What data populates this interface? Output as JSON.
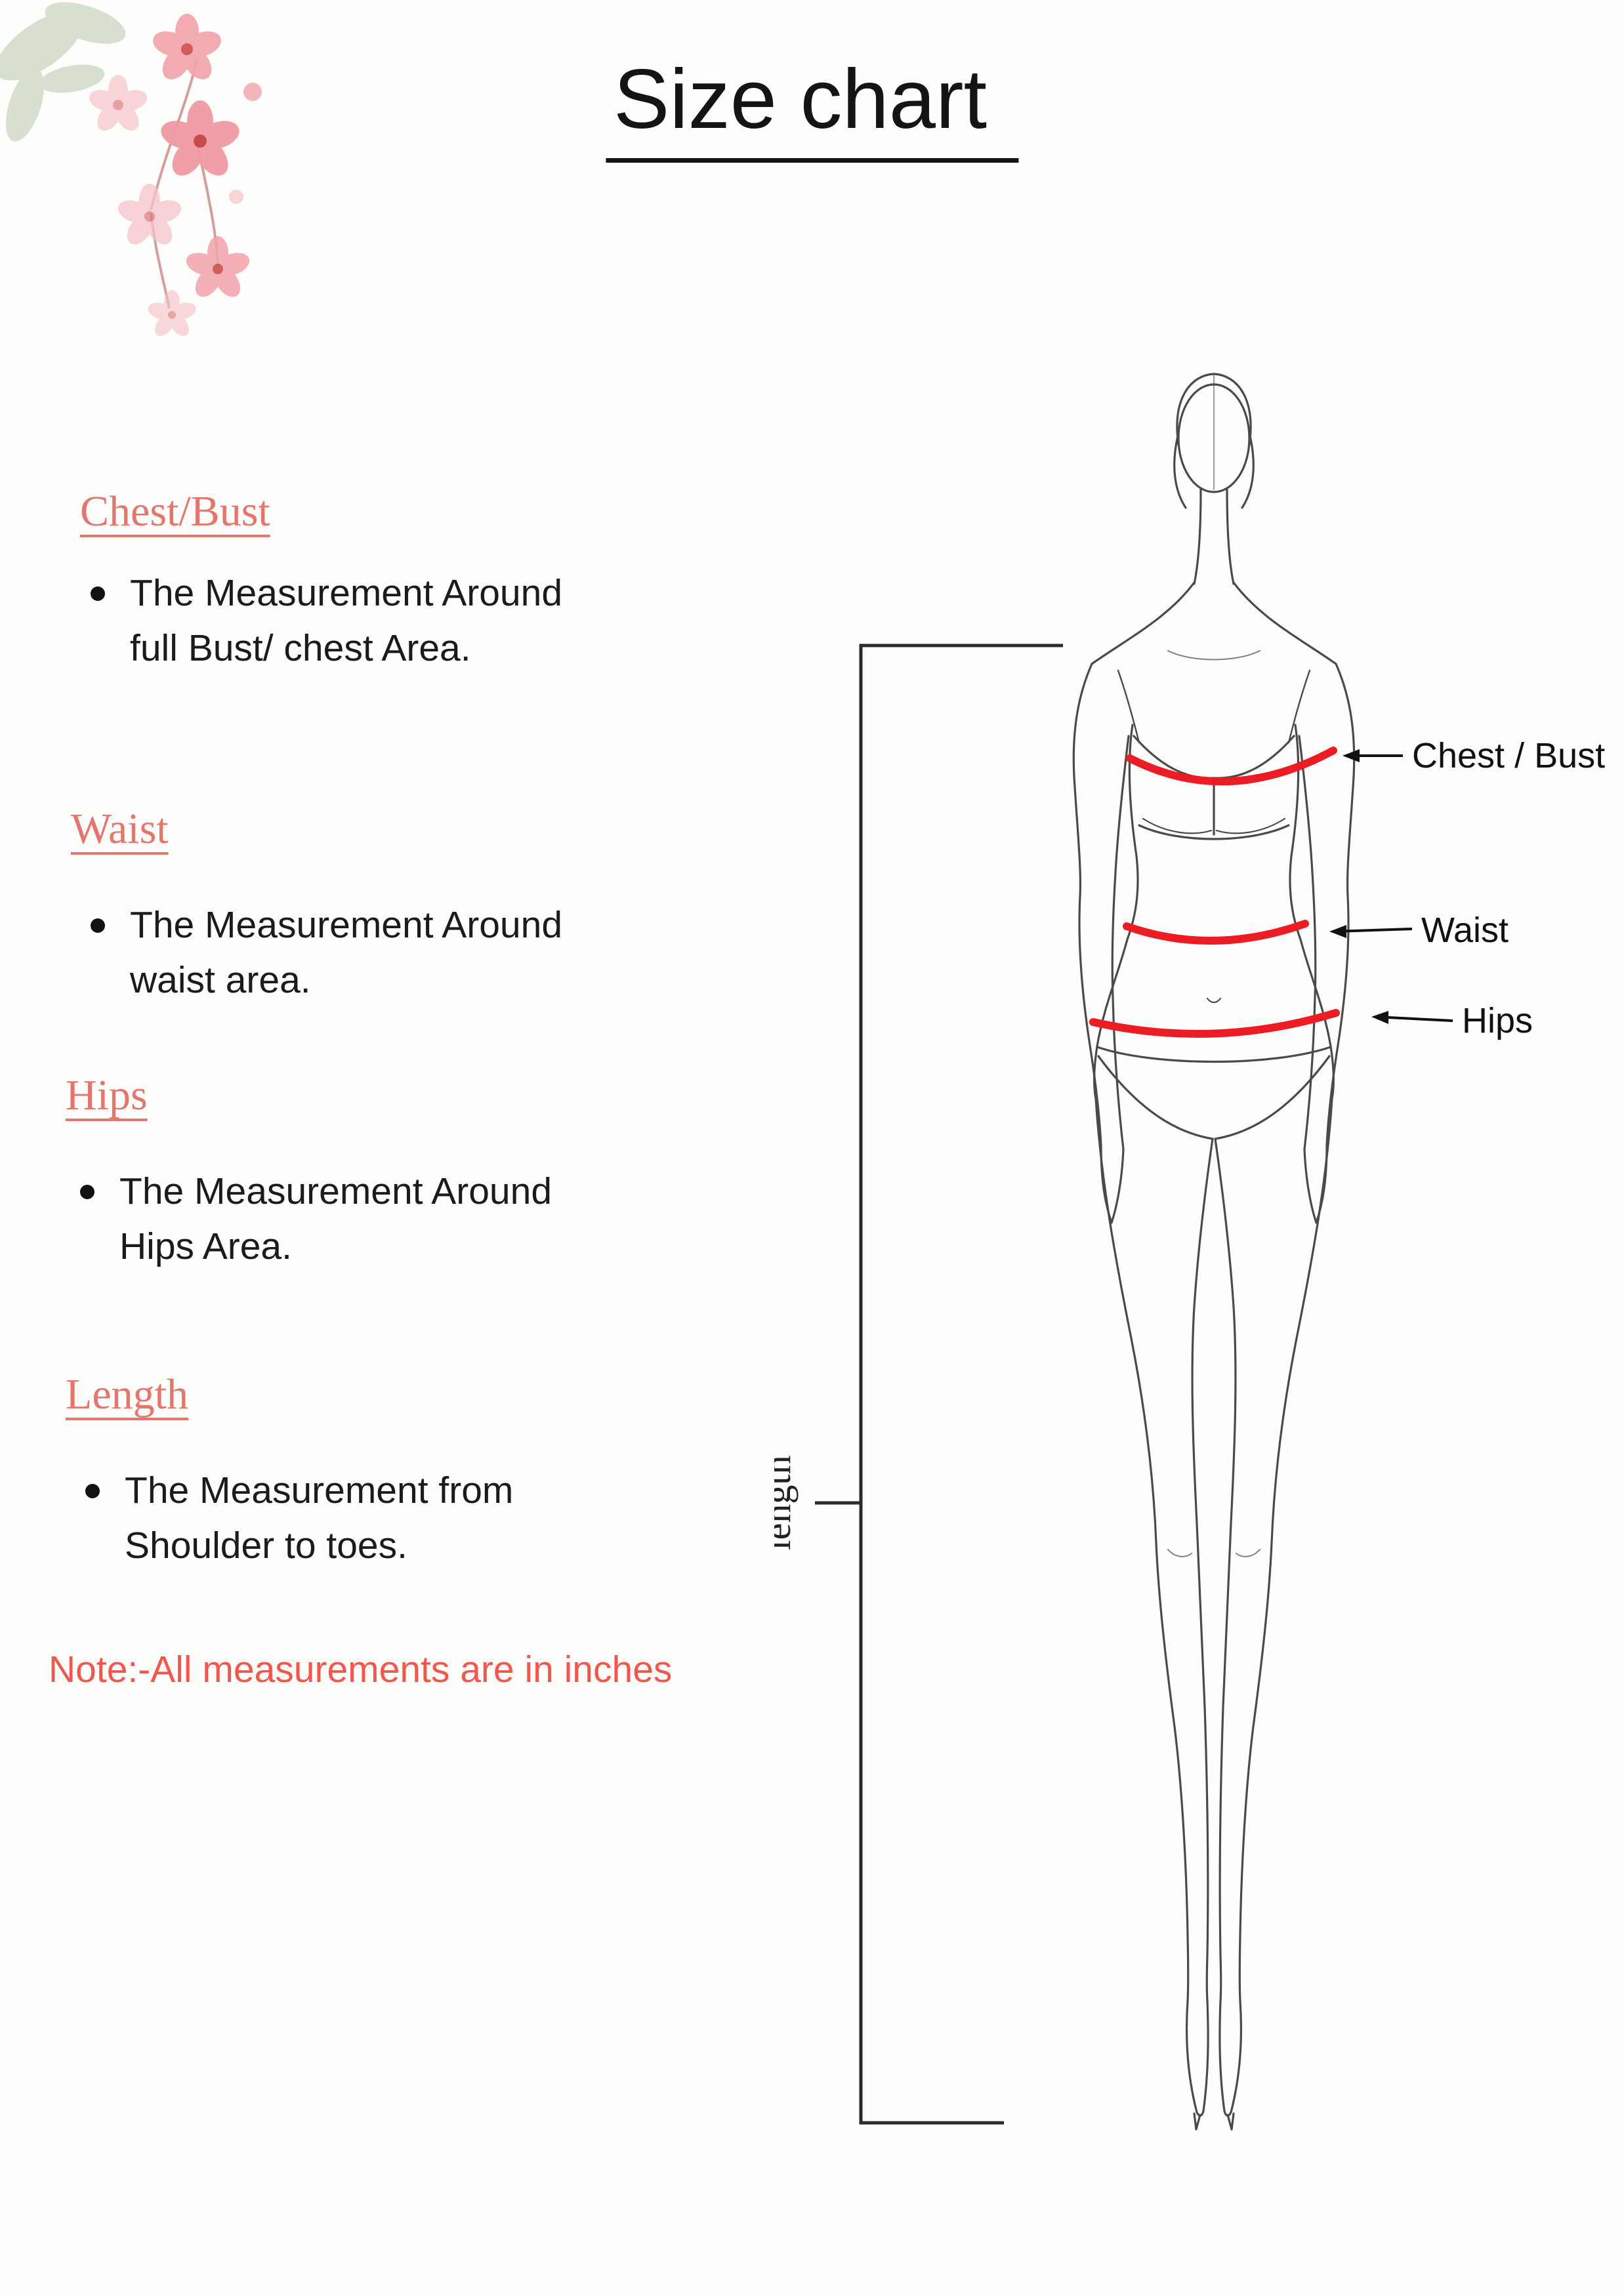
{
  "title": "Size chart ",
  "sections": [
    {
      "heading": "Chest/Bust ",
      "bullet": "The Measurement Around full Bust/ chest Area."
    },
    {
      "heading": "Waist ",
      "bullet": "The Measurement Around waist area."
    },
    {
      "heading": "Hips",
      "bullet": "The Measurement Around Hips Area."
    },
    {
      "heading": "Length ",
      "bullet": "The Measurement from Shoulder to toes."
    }
  ],
  "note": "Note:-All measurements are in inches",
  "figure_labels": {
    "chest": "Chest / Bust",
    "waist": "Waist",
    "hips": "Hips",
    "length": "length"
  },
  "colors": {
    "heading_accent": "#E4766B",
    "note_accent": "#F1584C",
    "measurement_line": "#EC1C24",
    "sketch_line": "#4A4A4A"
  }
}
